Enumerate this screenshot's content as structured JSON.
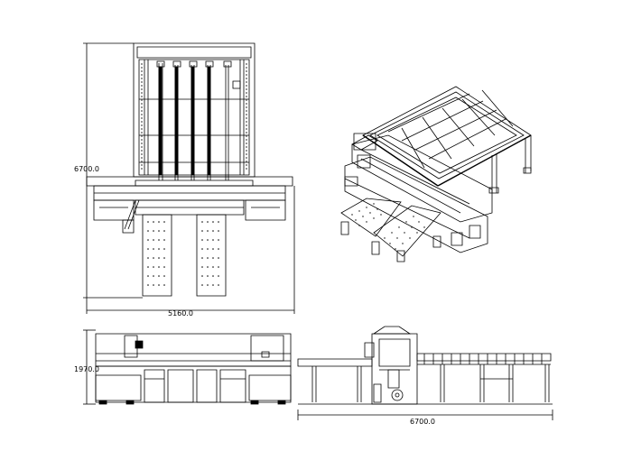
{
  "dimensions": {
    "plan_height": "6700.0",
    "plan_width": "5160.0",
    "front_height": "1970.0",
    "side_length": "6700.0"
  },
  "colors": {
    "line": "#000000",
    "background": "#ffffff"
  }
}
